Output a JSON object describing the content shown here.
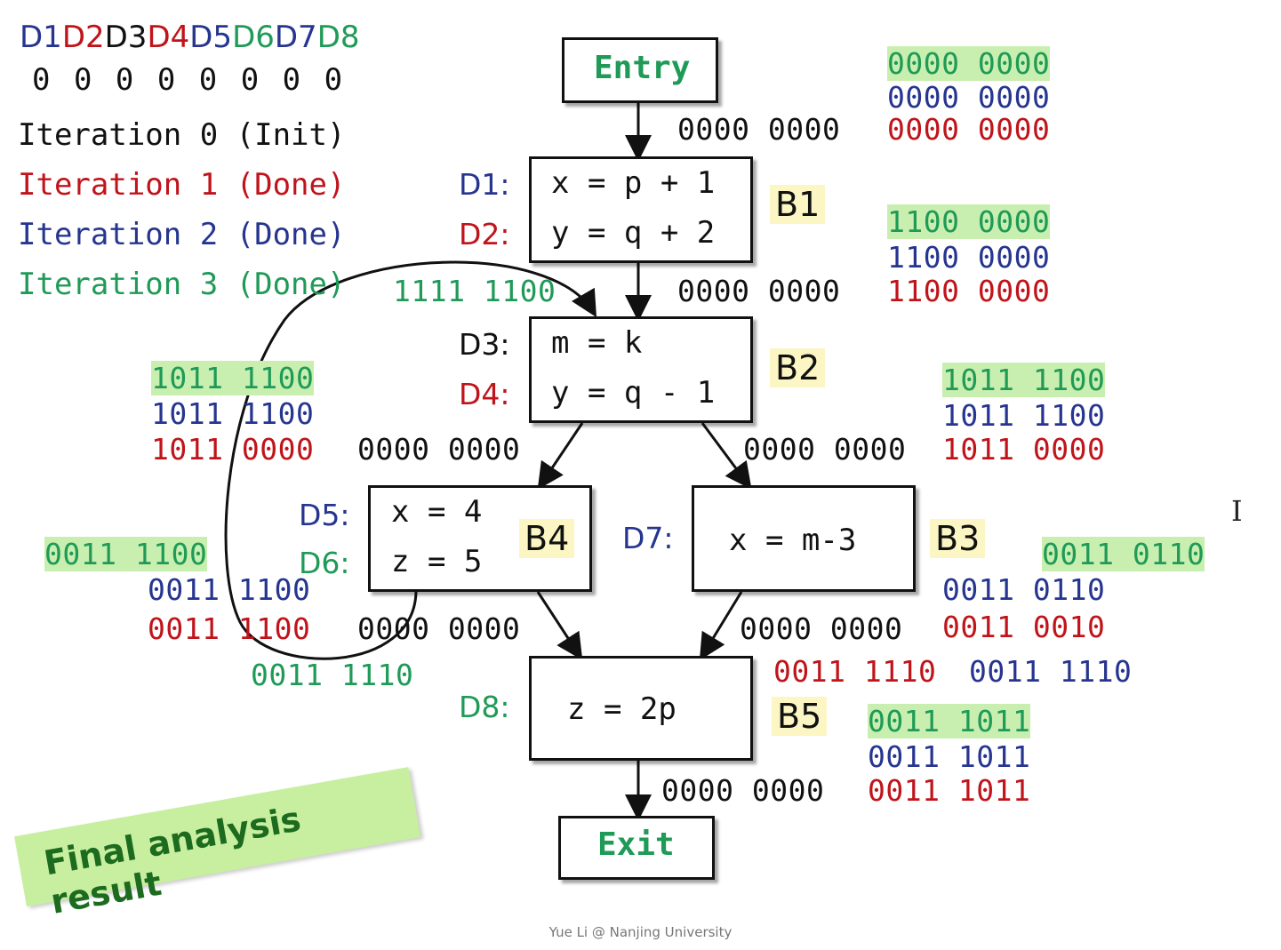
{
  "legend": {
    "defs": [
      {
        "label": "D1",
        "color": "#26358f"
      },
      {
        "label": "D2",
        "color": "#c0141b"
      },
      {
        "label": "D3",
        "color": "#111111"
      },
      {
        "label": "D4",
        "color": "#c0141b"
      },
      {
        "label": "D5",
        "color": "#26358f"
      },
      {
        "label": "D6",
        "color": "#1f9a57"
      },
      {
        "label": "D7",
        "color": "#26358f"
      },
      {
        "label": "D8",
        "color": "#1f9a57"
      }
    ],
    "zeros": "0 0 0 0 0 0 0 0",
    "iterations": [
      {
        "text": "Iteration 0 (Init)",
        "color": "#111111"
      },
      {
        "text": "Iteration 1 (Done)",
        "color": "#c0141b"
      },
      {
        "text": "Iteration 2 (Done)",
        "color": "#26358f"
      },
      {
        "text": "Iteration 3 (Done)",
        "color": "#1f9a57"
      }
    ]
  },
  "nodes": {
    "entry": "Entry",
    "exit": "Exit",
    "b1": {
      "label": "B1",
      "d1": "D1:",
      "d2": "D2:",
      "s1": "x = p + 1",
      "s2": "y = q + 2"
    },
    "b2": {
      "label": "B2",
      "d3": "D3:",
      "d4": "D4:",
      "s1": "m = k",
      "s2": "y = q - 1"
    },
    "b3": {
      "label": "B3",
      "d7": "D7:",
      "s1": "x = m-3"
    },
    "b4": {
      "label": "B4",
      "d5": "D5:",
      "d6": "D6:",
      "s1": "x = 4",
      "s2": "z = 5"
    },
    "b5": {
      "label": "B5",
      "d8": "D8:",
      "s1": "z = 2p"
    }
  },
  "bits": {
    "entry_out": "0000 0000",
    "entry_stack": [
      "0000 0000",
      "0000 0000",
      "0000 0000"
    ],
    "b1_in": "0000 0000",
    "b1_stack": [
      "1100 0000",
      "1100 0000",
      "1100 0000"
    ],
    "b2_in_loop": "1111 1100",
    "b2_in": "0000 0000",
    "b2_right_in": "0000 0000",
    "b2_right_stack": [
      "1011 1100",
      "1011 1100",
      "1011 0000"
    ],
    "b4_in": "0000 0000",
    "b4_left_stack": [
      "1011 1100",
      "1011 1100",
      "1011 0000"
    ],
    "b4_out": "0000 0000",
    "b4_out_stack": [
      "0011 1100",
      "0011 1100",
      "0011 1100"
    ],
    "b4_out_green": "0011 1110",
    "b3_out": "0000 0000",
    "b3_stack": [
      "0011 0110",
      "0011 0110",
      "0011 0010"
    ],
    "b5_in_red": "0011 1110",
    "b5_in_blue": "0011 1110",
    "b5_stack": [
      "0011 1011",
      "0011 1011",
      "0011 1011"
    ],
    "exit_in": "0000 0000"
  },
  "banner": "Final analysis result",
  "footer": "Yue Li @ Nanjing University"
}
